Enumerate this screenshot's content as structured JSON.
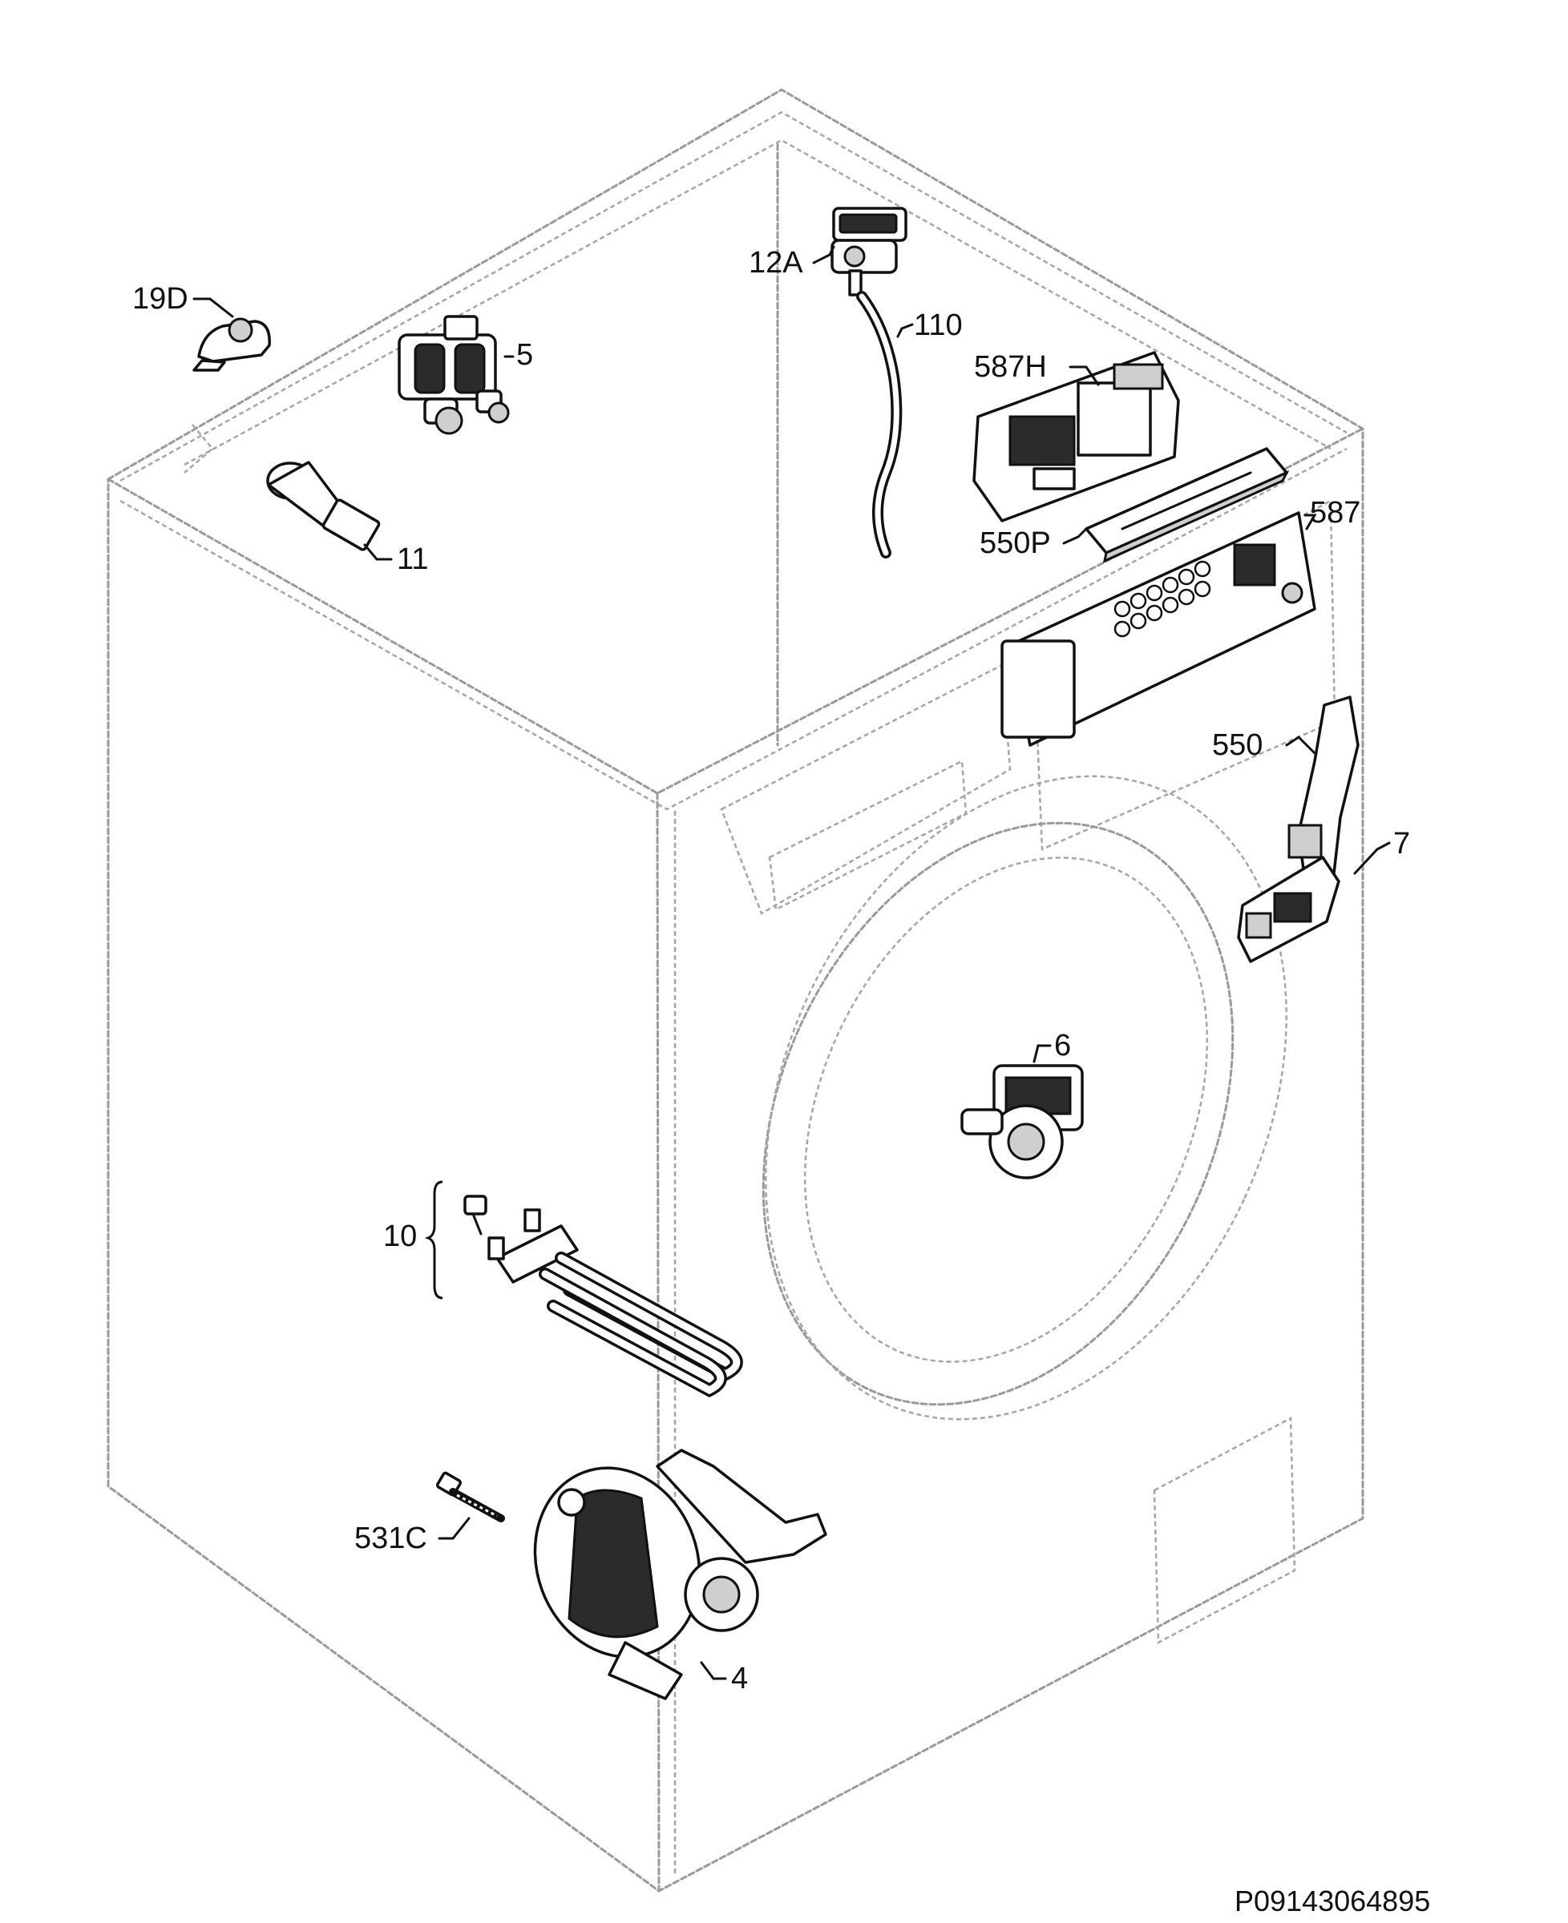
{
  "diagram": {
    "callouts": {
      "c19D": "19D",
      "c5": "5",
      "c12A": "12A",
      "c110": "110",
      "c587H": "587H",
      "c11": "11",
      "c550P": "550P",
      "c587": "587",
      "c550": "550",
      "c7": "7",
      "c6": "6",
      "c10": "10",
      "c531C": "531C",
      "c4": "4"
    },
    "reference": "P09143064895"
  },
  "colors": {
    "outline": "#9a9a9a",
    "parts": "#111111",
    "background": "#ffffff"
  }
}
